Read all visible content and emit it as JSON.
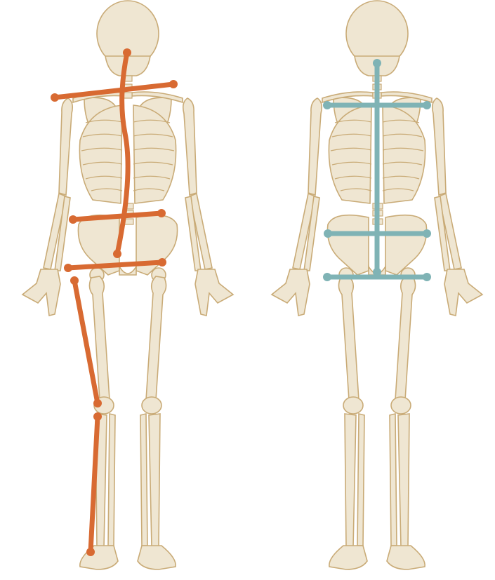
{
  "figure": {
    "skeletons": [
      {
        "id": "misaligned",
        "view": "posterior",
        "overlay_color": "#d86a32",
        "markers": [
          "spine-curve",
          "shoulder-line",
          "pelvis-line",
          "hip-line",
          "femur-line",
          "tibia-line"
        ]
      },
      {
        "id": "aligned",
        "view": "posterior",
        "overlay_color": "#7fb3b5",
        "markers": [
          "spine-line",
          "shoulder-line",
          "pelvis-line",
          "hip-line"
        ]
      }
    ],
    "colors": {
      "bone_fill": "#efe6d2",
      "bone_stroke": "#c9ab77",
      "background": "#ffffff"
    }
  }
}
